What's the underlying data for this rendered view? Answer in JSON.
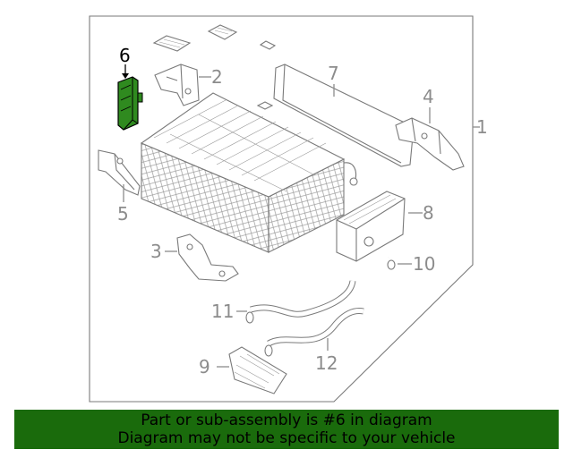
{
  "diagram": {
    "highlight_color": "#2f8a1f",
    "banner_color": "#1a6b0c",
    "callouts": [
      {
        "id": "1",
        "label": "1"
      },
      {
        "id": "2",
        "label": "2"
      },
      {
        "id": "3",
        "label": "3"
      },
      {
        "id": "4",
        "label": "4"
      },
      {
        "id": "5",
        "label": "5"
      },
      {
        "id": "6",
        "label": "6",
        "highlighted": true
      },
      {
        "id": "7",
        "label": "7"
      },
      {
        "id": "8",
        "label": "8"
      },
      {
        "id": "9",
        "label": "9"
      },
      {
        "id": "10",
        "label": "10"
      },
      {
        "id": "11",
        "label": "11"
      },
      {
        "id": "12",
        "label": "12"
      }
    ]
  },
  "banner": {
    "line1": "Part or sub-assembly is #6 in diagram",
    "line2": "Diagram may not be specific to your vehicle"
  }
}
